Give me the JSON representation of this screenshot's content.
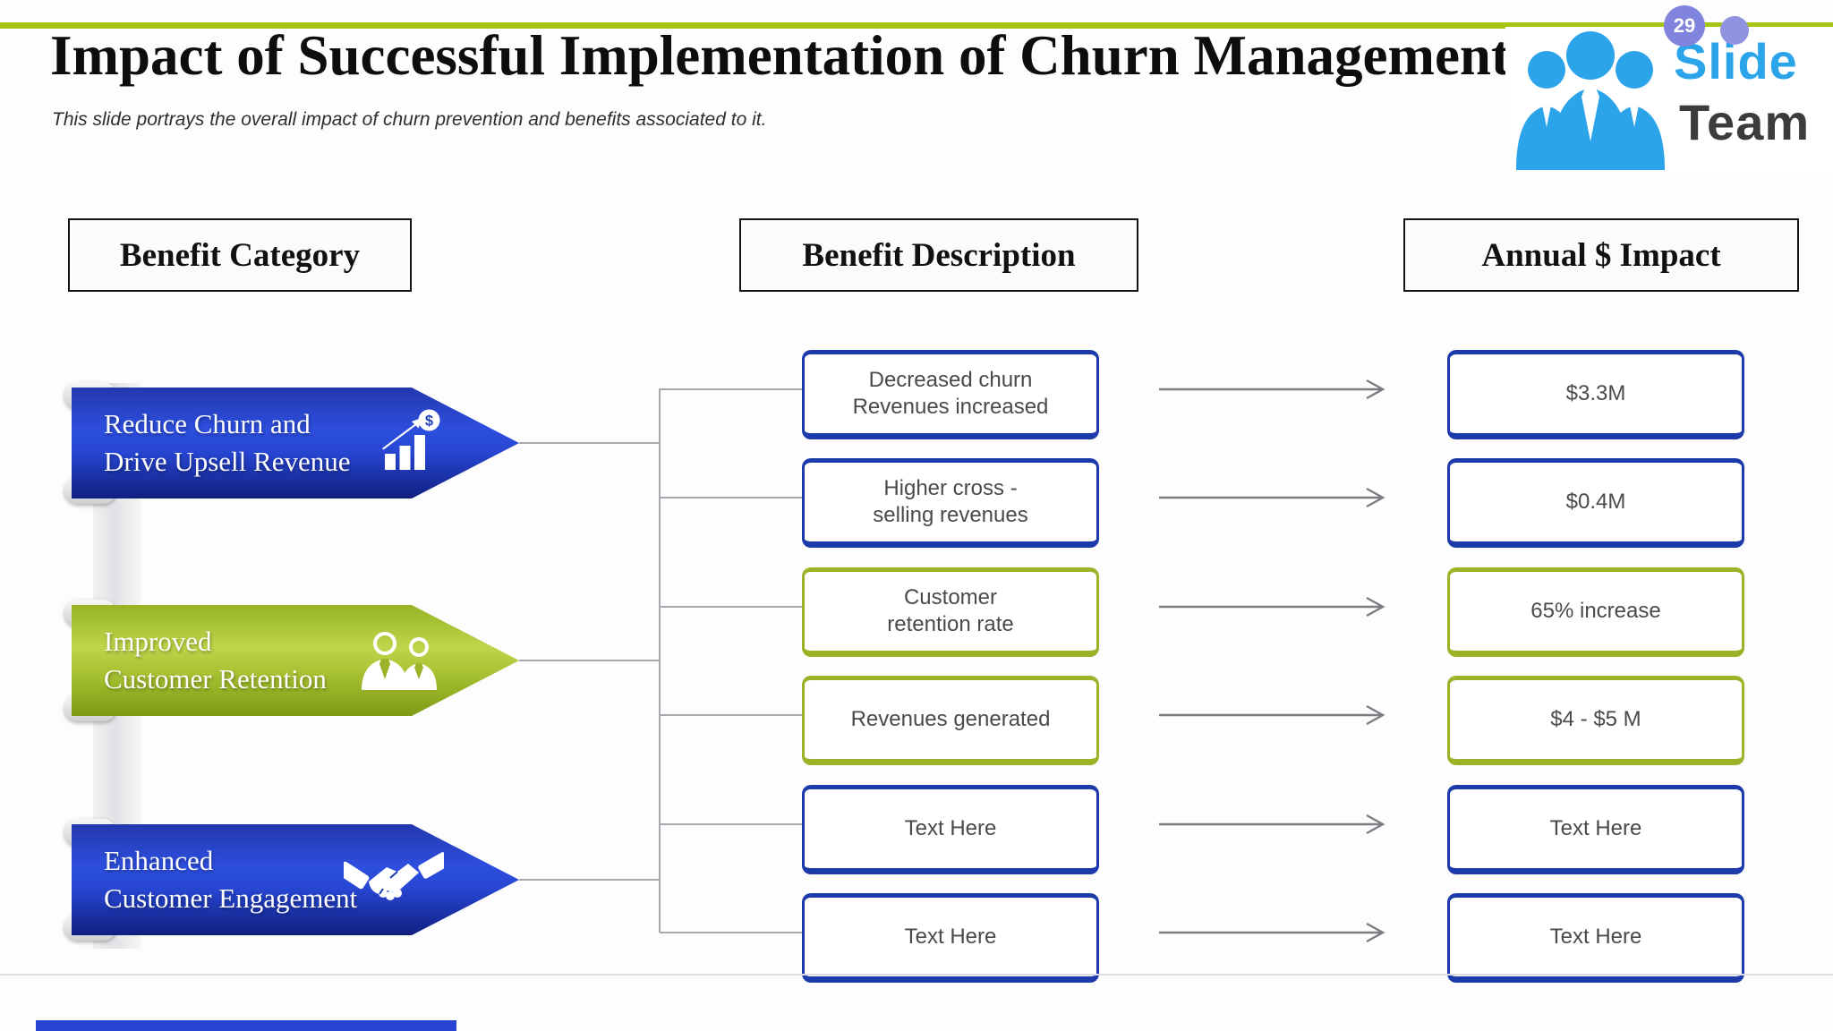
{
  "slide": {
    "title": "Impact of Successful Implementation of Churn Management",
    "subtitle": "This slide portrays the overall impact of churn prevention and benefits associated to it.",
    "page_number": "29"
  },
  "logo": {
    "word1": "Slide",
    "word2": "Team"
  },
  "headers": {
    "category": "Benefit Category",
    "description": "Benefit Description",
    "impact": "Annual $ Impact"
  },
  "categories": [
    {
      "label": "Reduce Churn and\nDrive Upsell Revenue",
      "icon": "growth-chart-dollar-icon",
      "accent": "blue"
    },
    {
      "label": "Improved\nCustomer Retention",
      "icon": "customers-icon",
      "accent": "green"
    },
    {
      "label": "Enhanced\nCustomer Engagement",
      "icon": "handshake-icon",
      "accent": "blue"
    }
  ],
  "rows": [
    {
      "description": "Decreased churn\nRevenues increased",
      "impact": "$3.3M",
      "accent": "blue"
    },
    {
      "description": "Higher cross -\nselling revenues",
      "impact": "$0.4M",
      "accent": "blue"
    },
    {
      "description": "Customer\nretention rate",
      "impact": "65% increase",
      "accent": "green"
    },
    {
      "description": "Revenues generated",
      "impact": "$4 - $5 M",
      "accent": "green"
    },
    {
      "description": "Text Here",
      "impact": "Text Here",
      "accent": "blue"
    },
    {
      "description": "Text Here",
      "impact": "Text Here",
      "accent": "blue"
    }
  ],
  "colors": {
    "accent_blue": "#1c3aa9",
    "accent_green": "#9bb327",
    "ribbon_blue": "#2746d2",
    "ribbon_green": "#a9c334",
    "top_line_green": "#a6c513",
    "logo_blue": "#2ba4ea",
    "badge_purple": "#8184dc",
    "connector_gray": "#a8a8ae"
  }
}
